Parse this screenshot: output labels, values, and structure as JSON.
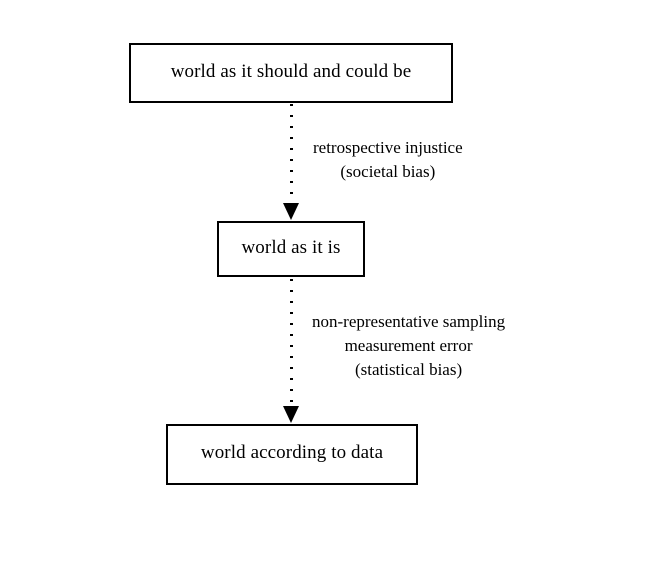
{
  "diagram": {
    "type": "flow-diagram",
    "orientation": "vertical-top-down",
    "background_color": "#ffffff",
    "stroke_color": "#000000",
    "nodes": [
      {
        "id": "aspiration",
        "label": "world as it should and could be",
        "shape": "rectangle"
      },
      {
        "id": "reality",
        "label": "world as it is",
        "shape": "rectangle"
      },
      {
        "id": "data",
        "label": "world according to data",
        "shape": "rectangle"
      }
    ],
    "edges": [
      {
        "id": "societal-bias",
        "from": "aspiration",
        "to": "reality",
        "style": "dotted",
        "arrowhead": "solid-triangle",
        "label_lines": [
          "retrospective injustice",
          "(societal bias)"
        ]
      },
      {
        "id": "statistical-bias",
        "from": "reality",
        "to": "data",
        "style": "dotted",
        "arrowhead": "solid-triangle",
        "label_lines": [
          "non-representative sampling",
          "measurement error",
          "(statistical bias)"
        ]
      }
    ]
  }
}
